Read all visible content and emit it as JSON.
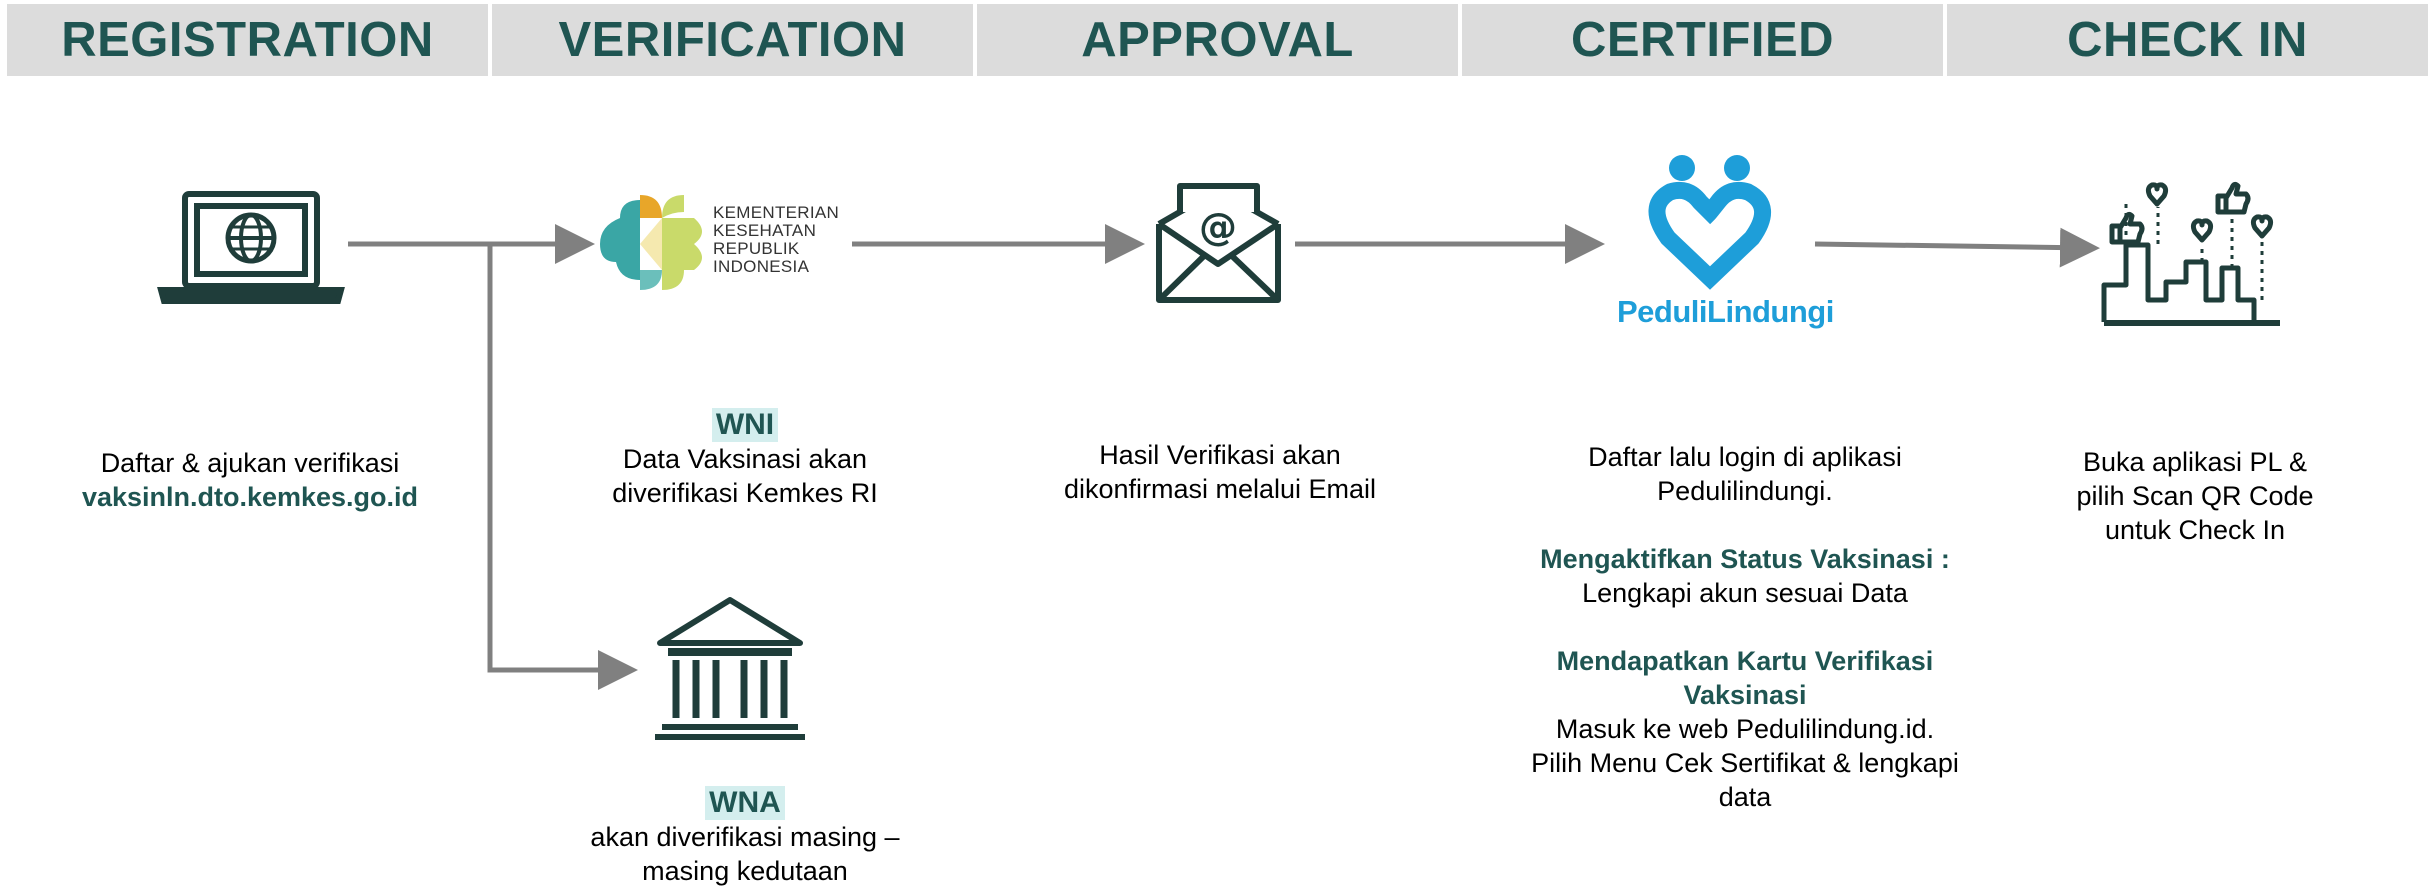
{
  "headers": [
    "REGISTRATION",
    "VERIFICATION",
    "APPROVAL",
    "CERTIFIED",
    "CHECK IN"
  ],
  "colors": {
    "header_bg": "#dcdcdc",
    "header_text": "#1f5552",
    "arrow": "#808080",
    "icon": "#1f3d3a",
    "brand_blue": "#1e9ed9",
    "highlight_bg": "#d4eeee"
  },
  "icons": [
    "laptop-globe-icon",
    "kemenkes-logo",
    "bank-building-icon",
    "email-envelope-icon",
    "pedulilindungi-logo",
    "city-likes-icon"
  ],
  "kemkes_logo_lines": [
    "KEMENTERIAN",
    "KESEHATAN",
    "REPUBLIK",
    "INDONESIA"
  ],
  "pl_brand": "PeduliLindungi",
  "registration": {
    "line1": "Daftar & ajukan verifikasi",
    "link": "vaksinln.dto.kemkes.go.id"
  },
  "wni": {
    "tag": "WNI",
    "line1": "Data Vaksinasi akan",
    "line2": "diverifikasi Kemkes RI"
  },
  "wna": {
    "tag": "WNA",
    "line1": "akan diverifikasi masing –",
    "line2": "masing kedutaan"
  },
  "approval": {
    "line1": "Hasil Verifikasi akan",
    "line2": "dikonfirmasi melalui Email"
  },
  "certified": {
    "intro1": "Daftar lalu login di aplikasi",
    "intro2": "Pedulilindungi.",
    "step1_title": "Mengaktifkan Status Vaksinasi :",
    "step1_text": "Lengkapi akun sesuai Data",
    "step2_title1": "Mendapatkan Kartu Verifikasi",
    "step2_title2": "Vaksinasi",
    "step2_text1": "Masuk ke web Pedulilindung.id.",
    "step2_text2": "Pilih Menu Cek Sertifikat & lengkapi",
    "step2_text3": "data"
  },
  "checkin": {
    "line1": "Buka aplikasi PL &",
    "line2": "pilih Scan QR Code",
    "line3": "untuk Check In"
  }
}
